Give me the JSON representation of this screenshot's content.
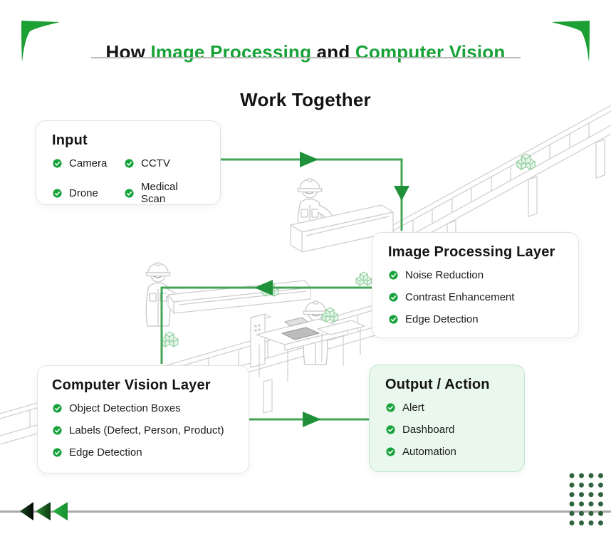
{
  "header": {
    "title": {
      "prefix": "How",
      "highlight_1": "Image Processing",
      "conjunction": "and",
      "highlight_2": "Computer Vision"
    },
    "subtitle": "Work Together"
  },
  "cards": {
    "input": {
      "title": "Input",
      "items": [
        "Camera",
        "CCTV",
        "Drone",
        "Medical Scan"
      ]
    },
    "image_processing": {
      "title": "Image Processing Layer",
      "items": [
        "Noise Reduction",
        "Contrast Enhancement",
        "Edge Detection"
      ]
    },
    "computer_vision": {
      "title": "Computer Vision Layer",
      "items": [
        "Object Detection Boxes",
        "Labels (Defect, Person, Product)",
        "Edge Detection"
      ]
    },
    "output": {
      "title": "Output / Action",
      "items": [
        "Alert",
        "Dashboard",
        "Automation"
      ]
    }
  },
  "flow": {
    "connections": [
      {
        "from": "Input",
        "to": "Image Processing Layer"
      },
      {
        "from": "Image Processing Layer",
        "to": "Computer Vision Layer"
      },
      {
        "from": "Computer Vision Layer",
        "to": "Output / Action"
      }
    ]
  },
  "icons": {
    "item_bullet": "verified-check-badge-icon",
    "corner_accents": "green-corner-swoosh-icon",
    "footer_arrows": "triple-left-triangles-icon",
    "dot_grid": "dot-grid-icon"
  },
  "decorations": {
    "dot_grid": {
      "rows": 6,
      "columns": 4
    }
  },
  "colors": {
    "accent_green": "#17a237",
    "arrow_line_green": "#44a455",
    "arrow_head_green": "#1f913a",
    "badge_green": "#17a33c",
    "output_card_bg": "#e9f7ec",
    "output_card_border": "#bfe5c9",
    "card_border": "#e3e3e3",
    "divider_gray": "#b9b9b9",
    "footer_line_gray": "#a9a9a9",
    "dots_green": "#2f6340",
    "text_dark": "#141414",
    "illustration_gray": "#cdcdcd"
  }
}
